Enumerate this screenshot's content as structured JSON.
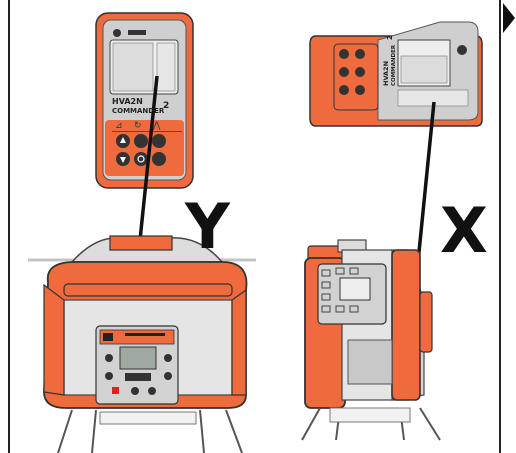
{
  "figure": {
    "left_remote": {
      "model": "HVA2N",
      "name": "COMMANDER",
      "superscript": "2"
    },
    "right_remote": {
      "model": "HVA2N",
      "name": "COMMANDER",
      "superscript": "2"
    },
    "axis_labels": {
      "y": "Y",
      "x": "X"
    }
  },
  "colors": {
    "orange": "#ef6a3c",
    "dark": "#222222",
    "grey": "#c8c8c8",
    "panel": "#d9d9d9"
  }
}
